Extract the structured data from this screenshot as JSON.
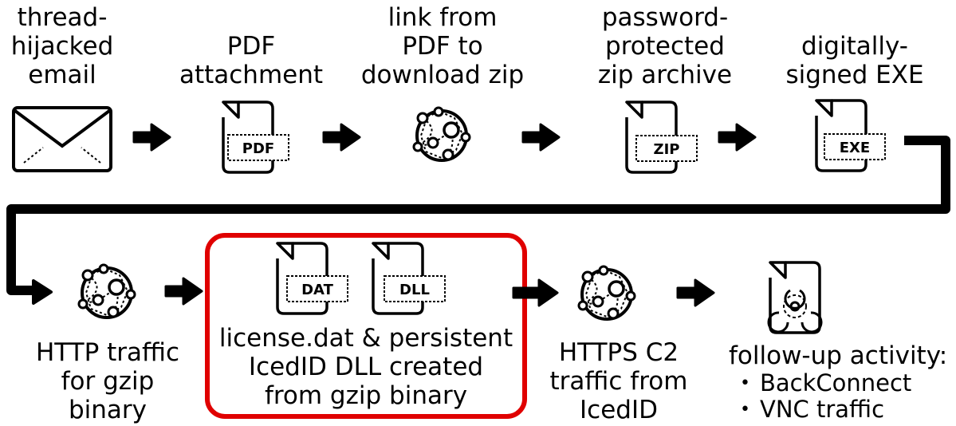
{
  "steps": {
    "email": {
      "label": [
        "thread-",
        "hijacked",
        "email"
      ]
    },
    "pdf": {
      "label": [
        "PDF",
        "attachment"
      ],
      "tag": "PDF"
    },
    "link": {
      "label": [
        "link from",
        "PDF to",
        "download zip"
      ]
    },
    "zip": {
      "label": [
        "password-",
        "protected",
        "zip archive"
      ],
      "tag": "ZIP"
    },
    "exe": {
      "label": [
        "digitally-",
        "signed EXE"
      ],
      "tag": "EXE"
    },
    "http": {
      "label": [
        "HTTP traffic",
        "for gzip",
        "binary"
      ]
    },
    "dll": {
      "label": [
        "license.dat & persistent",
        "IcedID DLL created",
        "from gzip binary"
      ],
      "tags": [
        "DAT",
        "DLL"
      ]
    },
    "c2": {
      "label": [
        "HTTPS C2",
        "traffic from",
        "IcedID"
      ]
    },
    "followup": {
      "label": "follow-up activity:",
      "items": [
        "BackConnect",
        "VNC traffic"
      ]
    }
  },
  "colors": {
    "ink": "#000000",
    "highlight": "#e00000",
    "background": "#ffffff"
  }
}
